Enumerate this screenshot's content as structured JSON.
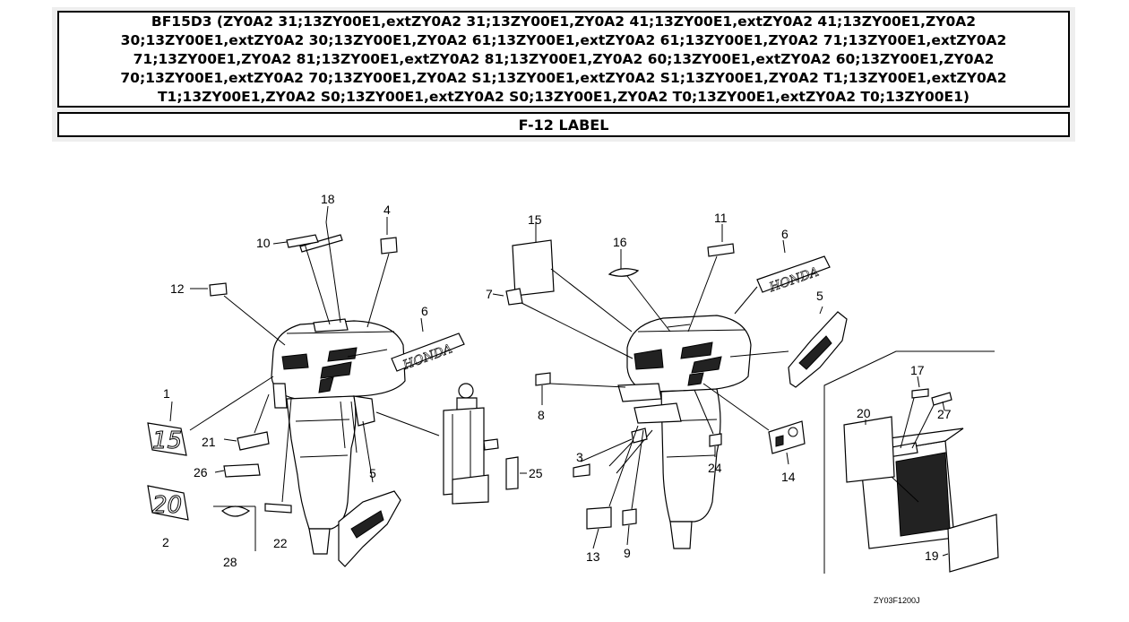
{
  "header": {
    "title": "BF15D3 (ZY0A2 31;13ZY00E1,extZY0A2 31;13ZY00E1,ZY0A2 41;13ZY00E1,extZY0A2 41;13ZY00E1,ZY0A2 30;13ZY00E1,extZY0A2 30;13ZY00E1,ZY0A2 61;13ZY00E1,extZY0A2 61;13ZY00E1,ZY0A2 71;13ZY00E1,extZY0A2 71;13ZY00E1,ZY0A2 81;13ZY00E1,extZY0A2 81;13ZY00E1,ZY0A2 60;13ZY00E1,extZY0A2 60;13ZY00E1,ZY0A2 70;13ZY00E1,extZY0A2 70;13ZY00E1,ZY0A2 S1;13ZY00E1,extZY0A2 S1;13ZY00E1,ZY0A2 T1;13ZY00E1,extZY0A2 T1;13ZY00E1,ZY0A2 S0;13ZY00E1,extZY0A2 S0;13ZY00E1,ZY0A2 T0;13ZY00E1,extZY0A2 T0;13ZY00E1)",
    "subtitle": "F-12 LABEL"
  },
  "diagram": {
    "callouts": [
      "1",
      "2",
      "3",
      "4",
      "5",
      "5",
      "6",
      "6",
      "7",
      "8",
      "9",
      "10",
      "11",
      "12",
      "13",
      "14",
      "15",
      "16",
      "17",
      "18",
      "19",
      "20",
      "21",
      "22",
      "24",
      "25",
      "26",
      "27",
      "28"
    ],
    "figure_code": "ZY03F1200J",
    "emblems": {
      "brand_text": "HONDA",
      "decal_15": "15",
      "decal_20": "20"
    }
  }
}
